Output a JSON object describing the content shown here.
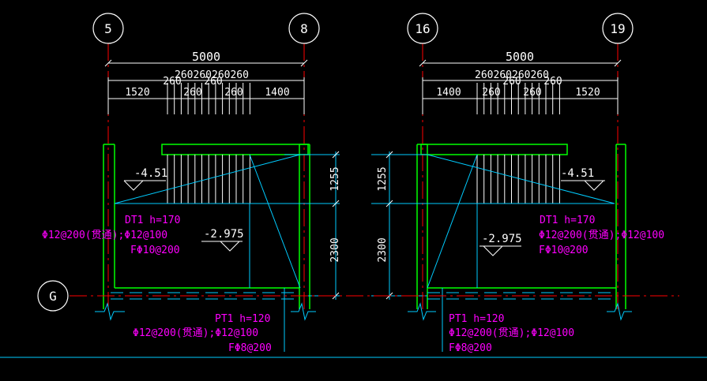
{
  "colors": {
    "background": "#000000",
    "wall": "#00ff00",
    "dimension": "#ffffff",
    "axis": "#ff0000",
    "structure": "#00ccff",
    "annotation": "#ff00ff",
    "steps": "#ffffff",
    "axis_bubble": "#ffffff"
  },
  "axes": {
    "left_a": "5",
    "left_b": "8",
    "right_a": "16",
    "right_b": "19",
    "row": "G"
  },
  "left_stair": {
    "total_dim": "5000",
    "step_dim_top": "260260260260",
    "step_dim_mid_a": "260",
    "step_dim_mid_b": "260",
    "seg_left": "1520",
    "seg_step_a": "260",
    "seg_step_b": "260",
    "seg_right": "1400",
    "level_top": "-4.51",
    "level_mid": "-2.975",
    "height_upper": "1255",
    "height_lower": "2300",
    "dt_label": "DT1 h=170",
    "dt_rebar": "Φ12@200(贯通);Φ12@100",
    "dt_dist": "FΦ10@200",
    "pt_label": "PT1 h=120",
    "pt_rebar": "Φ12@200(贯通);Φ12@100",
    "pt_dist": "FΦ8@200"
  },
  "right_stair": {
    "total_dim": "5000",
    "step_dim_top": "260260260260",
    "step_dim_mid_a": "260",
    "step_dim_mid_b": "260",
    "seg_left": "1400",
    "seg_step_a": "260",
    "seg_step_b": "260",
    "seg_right": "1520",
    "level_top": "-4.51",
    "level_mid": "-2.975",
    "height_upper": "1255",
    "height_lower": "2300",
    "dt_label": "DT1 h=170",
    "dt_rebar": "Φ12@200(贯通);Φ12@100",
    "dt_dist": "FΦ10@200",
    "pt_label": "PT1 h=120",
    "pt_rebar": "Φ12@200(贯通);Φ12@100",
    "pt_dist": "FΦ8@200"
  }
}
